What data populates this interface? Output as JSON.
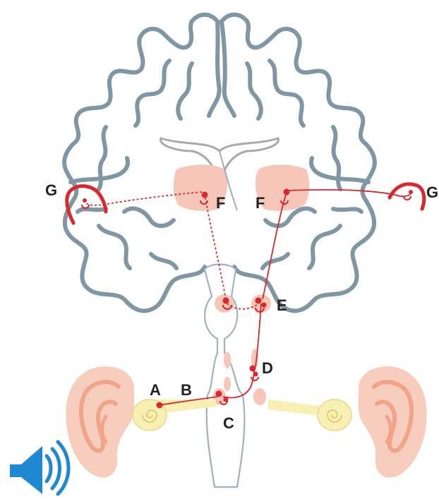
{
  "labels": {
    "a": "A",
    "b": "B",
    "c": "C",
    "d": "D",
    "e": "E",
    "f_left": "F",
    "f_right": "F",
    "g_left": "G",
    "g_right": "G"
  },
  "colors": {
    "brain_outline": "#7f97a3",
    "pathway": "#d9272e",
    "nucleus": "#f6c7b8",
    "ear": "#f7cdbd",
    "cochlea": "#f8f0b2",
    "speaker": "#1e88d0"
  },
  "icons": {
    "sound": "speaker-volume-icon"
  }
}
